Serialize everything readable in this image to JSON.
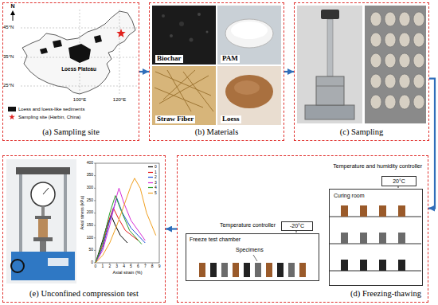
{
  "diagram": {
    "nodes": [
      {
        "text": [
          "(a) Sampling site"
        ]
      },
      {
        "text": [
          "(b) Materials"
        ]
      },
      {
        "text": [
          "Biochar"
        ],
        "in": 1
      },
      {
        "text": [
          "PAM"
        ],
        "in": 1
      },
      {
        "text": [
          "Straw Fiber"
        ],
        "in": 1
      },
      {
        "text": [
          "Loess"
        ],
        "in": 1
      },
      {
        "text": [
          "(c) Sampling"
        ]
      },
      {
        "text": [
          "(e) Unconfined compression test"
        ]
      },
      {
        "text": [
          "(d) Freezing-thawing"
        ]
      },
      {
        "text": [
          "20°C"
        ],
        "in": 8
      },
      {
        "text": [
          "Curing room"
        ],
        "in": 8
      },
      {
        "text": [
          "-20°C"
        ],
        "in": 8
      },
      {
        "text": [
          "Freeze test chamber"
        ],
        "in": 8
      }
    ],
    "edges": [
      {
        "from": 0,
        "to": 1,
        "arrow": "to"
      },
      {
        "from": 1,
        "to": 6,
        "arrow": "to"
      },
      {
        "from": 6,
        "to": 8,
        "arrow": "to"
      },
      {
        "from": 8,
        "to": 7,
        "arrow": "to"
      }
    ],
    "labels": [
      "N",
      "45°N",
      "35°N",
      "25°N",
      "100°E",
      "120°E",
      "Loess Plateau",
      "Temperature and humidity controller",
      "Temperature controller",
      "Specimens",
      "Axial stress (kPa)",
      "Axial strain (%)",
      "0",
      "50",
      "100",
      "150",
      "200",
      "250",
      "300",
      "350",
      "400",
      "0",
      "1",
      "2",
      "3",
      "4",
      "5",
      "6",
      "7",
      "8",
      "9"
    ],
    "legend": [
      {
        "text": "Loess and loess-like sediments",
        "color": "#111111"
      },
      {
        "text": "Sampling site (Harbin, China)"
      },
      {
        "text": "0"
      },
      {
        "text": "1"
      },
      {
        "text": "2"
      },
      {
        "text": "3"
      },
      {
        "text": "4"
      },
      {
        "text": "5"
      }
    ]
  }
}
